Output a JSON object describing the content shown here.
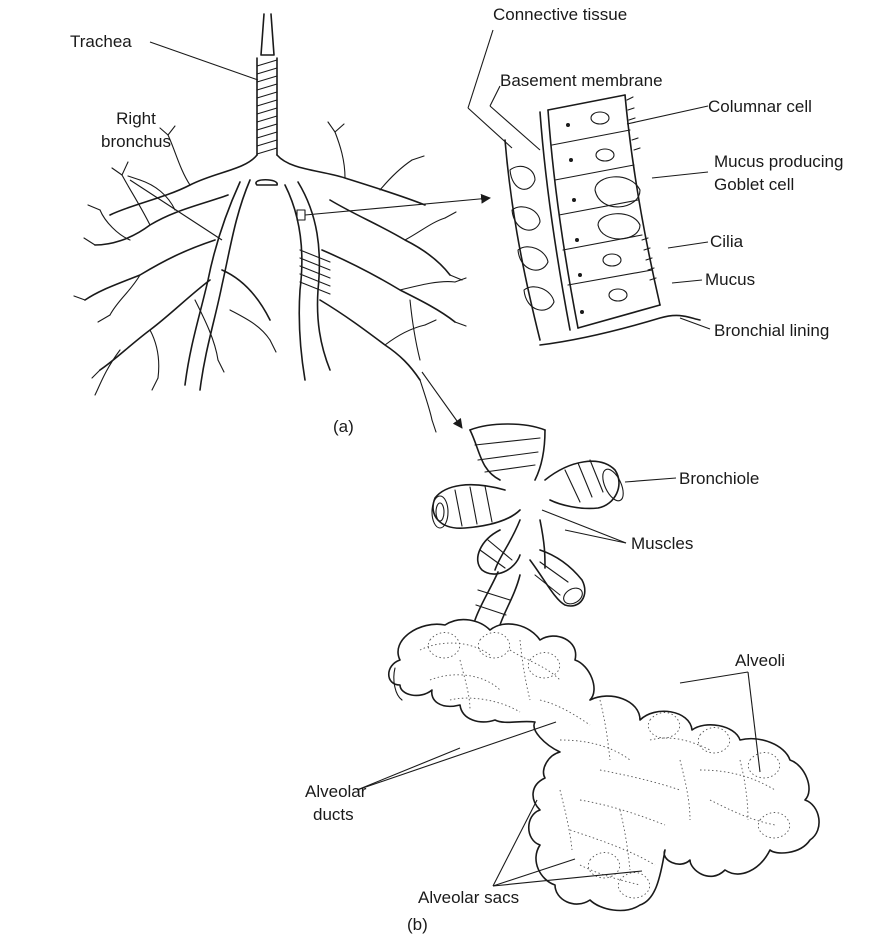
{
  "labels": {
    "trachea": "Trachea",
    "right_bronchus_line1": "Right",
    "right_bronchus_line2": "bronchus",
    "connective_tissue": "Connective tissue",
    "basement_membrane": "Basement membrane",
    "columnar_cell": "Columnar cell",
    "goblet_line1": "Mucus producing",
    "goblet_line2": "Goblet cell",
    "cilia": "Cilia",
    "mucus": "Mucus",
    "bronchial_lining": "Bronchial lining",
    "bronchiole": "Bronchiole",
    "muscles": "Muscles",
    "alveoli": "Alveoli",
    "alveolar_ducts_line1": "Alveolar",
    "alveolar_ducts_line2": "ducts",
    "alveolar_sacs": "Alveolar sacs"
  },
  "panels": {
    "a": "(a)",
    "b": "(b)"
  }
}
